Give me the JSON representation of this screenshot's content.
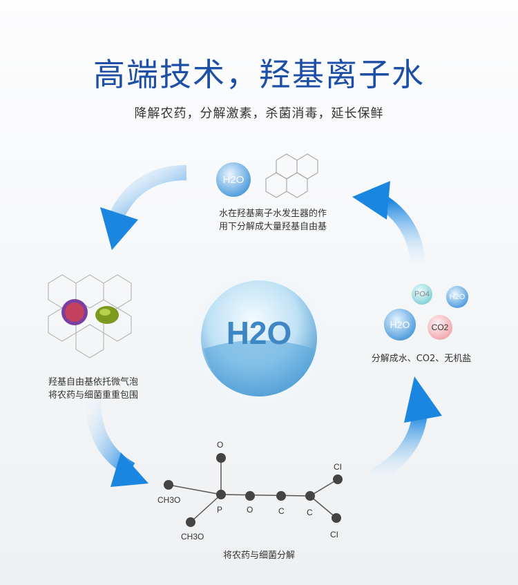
{
  "title": "高端技术，羟基离子水",
  "subtitle": "降解农药，分解激素，杀菌消毒，延长保鲜",
  "center": {
    "label": "H2O"
  },
  "top": {
    "bubble": "H2O",
    "caption_line1": "水在羟基离子水发生器的作",
    "caption_line2": "用下分解成大量羟基自由基"
  },
  "left": {
    "caption_line1": "羟基自由基依托微气泡",
    "caption_line2": "将农药与细菌重重包围"
  },
  "right": {
    "bubbles": [
      "PO4",
      "H2O",
      "H2O",
      "CO2"
    ],
    "caption": "分解成水、CO2、无机盐"
  },
  "bottom": {
    "atoms": {
      "o_top": "O",
      "ch3o_1": "CH3O",
      "p": "P",
      "o": "O",
      "c1": "C",
      "c2": "C",
      "cl_1": "CI",
      "cl_2": "CI",
      "ch3o_2": "CH3O"
    },
    "caption": "将农药与细菌分解"
  },
  "colors": {
    "title": "#1d4fa6",
    "arrow": "#1f8ae0"
  }
}
